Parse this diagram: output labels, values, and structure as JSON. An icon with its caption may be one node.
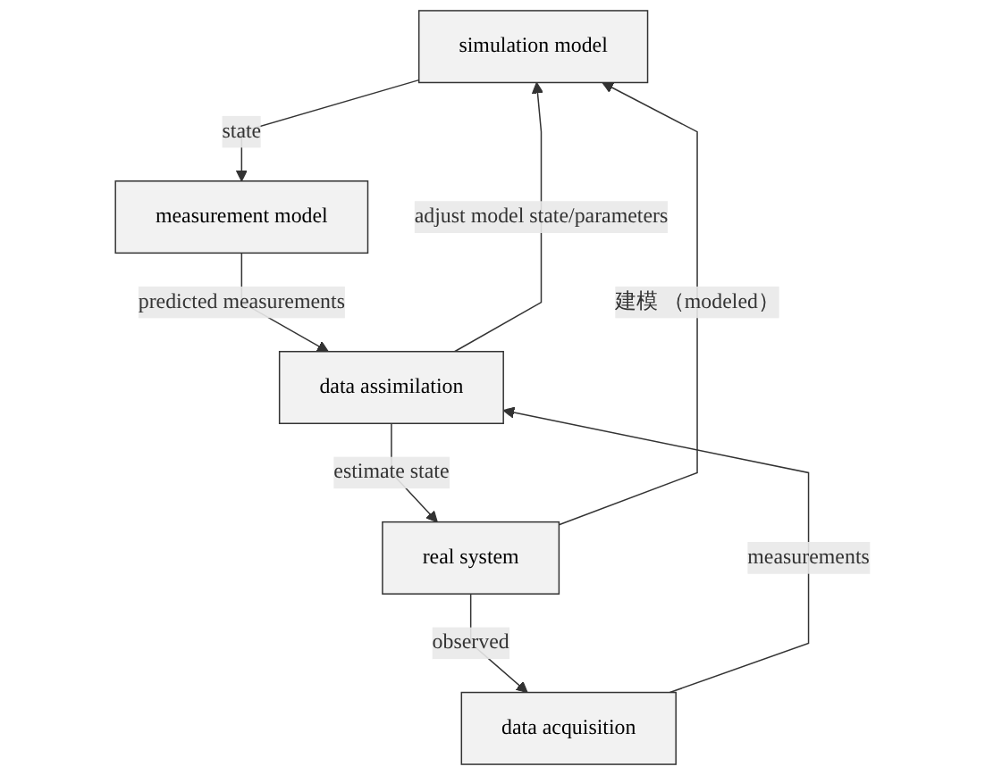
{
  "diagram": {
    "nodes": [
      {
        "text": [
          "simulation model"
        ]
      },
      {
        "text": [
          "measurement model"
        ]
      },
      {
        "text": [
          "real system"
        ]
      },
      {
        "text": [
          "data assimilation"
        ]
      },
      {
        "text": [
          "data acquisition"
        ]
      }
    ],
    "edges": [
      {
        "from": 0,
        "to": 1,
        "arrow": "to",
        "label": "state"
      },
      {
        "from": 1,
        "to": 3,
        "arrow": "to",
        "label": "predicted measurements"
      },
      {
        "from": 3,
        "to": 0,
        "arrow": "to",
        "label": "adjust model state/parameters"
      },
      {
        "from": 3,
        "to": 2,
        "arrow": "to",
        "label": "estimate state"
      },
      {
        "from": 2,
        "to": 0,
        "arrow": "to",
        "label": "建模 （modeled）"
      },
      {
        "from": 2,
        "to": 4,
        "arrow": "to",
        "label": "observed"
      },
      {
        "from": 4,
        "to": 3,
        "arrow": "to",
        "label": "measurements"
      }
    ]
  }
}
